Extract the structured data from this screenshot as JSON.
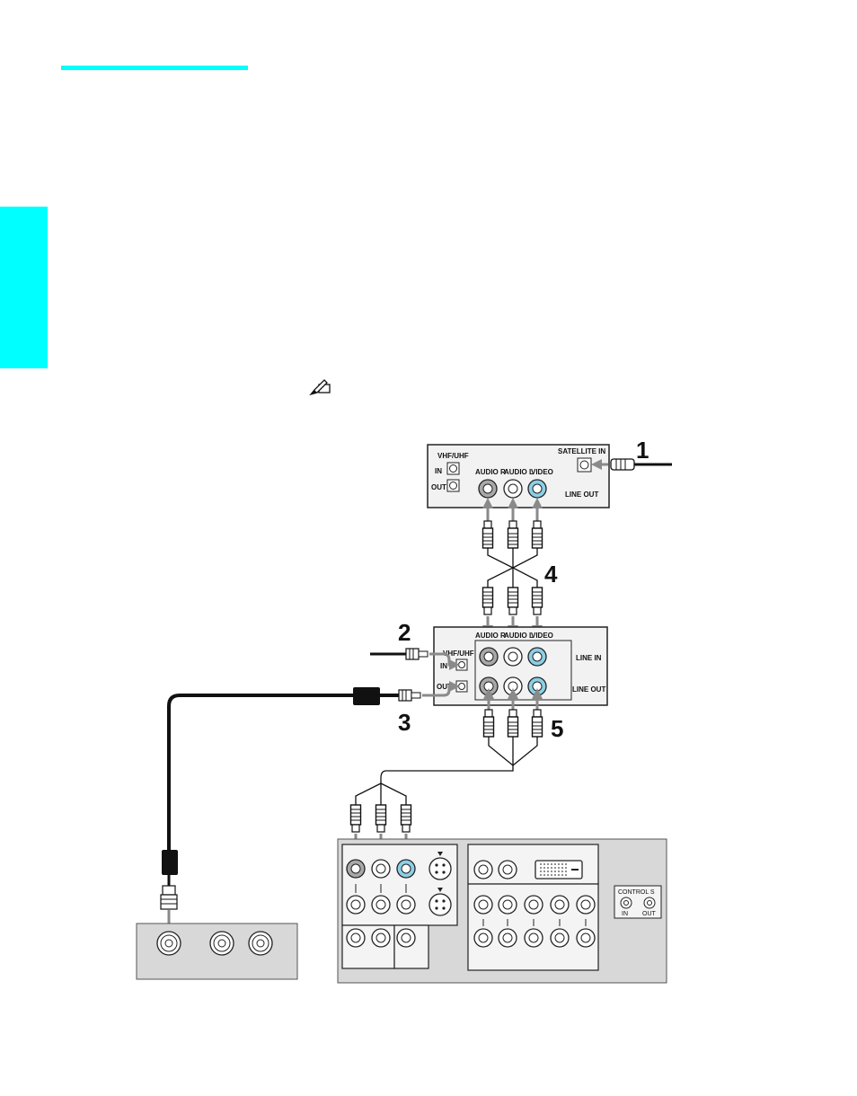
{
  "colors": {
    "accent": "#00ffff",
    "panel": "#f2f2f2",
    "panel_dark": "#d8d8d8",
    "jack_blue": "#8ccfe6",
    "arrow": "#8a8a8a"
  },
  "note_icon": "note-pencil-icon",
  "satellite_box": {
    "vhf_uhf": "VHF/UHF",
    "in": "IN",
    "out": "OUT",
    "satellite_in": "SATELLITE IN",
    "audio_r": "AUDIO R",
    "audio_l": "AUDIO L",
    "video": "VIDEO",
    "line_out": "LINE OUT"
  },
  "vcr": {
    "vhf_uhf": "VHF/UHF",
    "in": "IN",
    "out": "OUT",
    "audio_r": "AUDIO R",
    "audio_l": "AUDIO L",
    "video": "VIDEO",
    "line_in": "LINE IN",
    "line_out": "LINE OUT"
  },
  "tv": {
    "control_s": "CONTROL S",
    "in": "IN",
    "out": "OUT"
  },
  "steps": [
    "1",
    "2",
    "3",
    "4",
    "5"
  ]
}
